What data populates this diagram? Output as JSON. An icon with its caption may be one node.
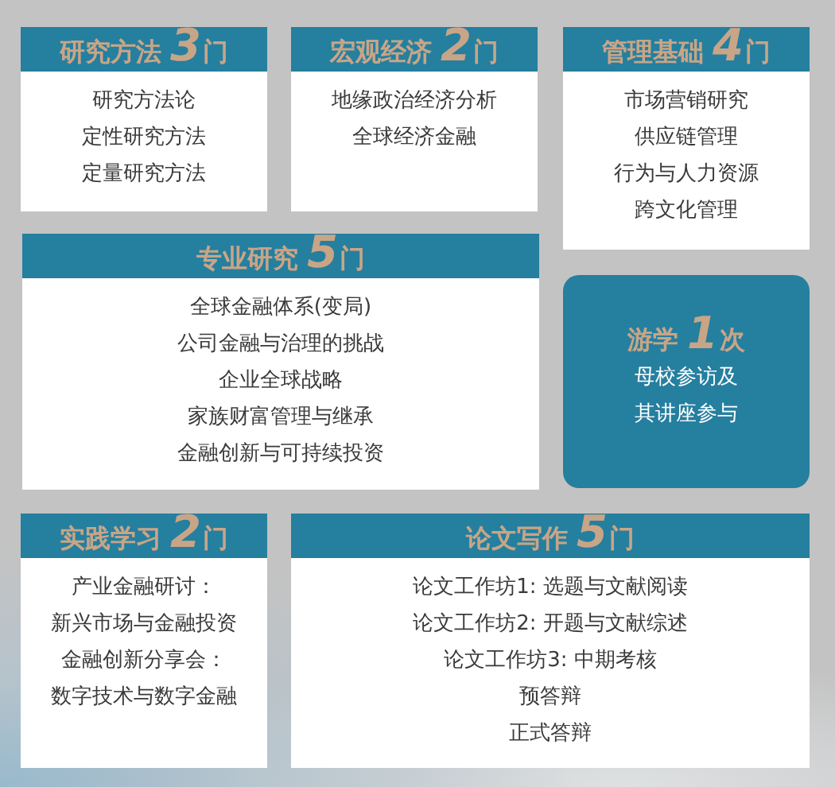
{
  "diagram": {
    "nodes": [
      {
        "text": [
          "研究方法 **3**门",
          "研究方法论",
          "定性研究方法",
          "定量研究方法"
        ]
      },
      {
        "text": [
          "宏观经济 **2**门",
          "地缘政治经济分析",
          "全球经济金融"
        ]
      },
      {
        "text": [
          "管理基础 **4**门",
          "市场营销研究",
          "供应链管理",
          "行为与人力资源",
          "跨文化管理"
        ]
      },
      {
        "text": [
          "专业研究 **5**门",
          "全球金融体系(变局)",
          "公司金融与治理的挑战",
          "企业全球战略",
          "家族财富管理与继承",
          "金融创新与可持续投资"
        ]
      },
      {
        "text": [
          "游学 **1**次",
          "母校参访及其讲座参与"
        ]
      },
      {
        "text": [
          "实践学习 **2**门",
          "产业金融研讨：",
          "新兴市场与金融投资",
          "金融创新分享会：",
          "数字技术与数字金融"
        ]
      },
      {
        "text": [
          "论文写作 **5**门",
          "论文工作坊1: 选题与文献阅读",
          "论文工作坊2: 开题与文献综述",
          "论文工作坊3: 中期考核",
          "预答辩",
          "正式答辩"
        ]
      }
    ]
  }
}
